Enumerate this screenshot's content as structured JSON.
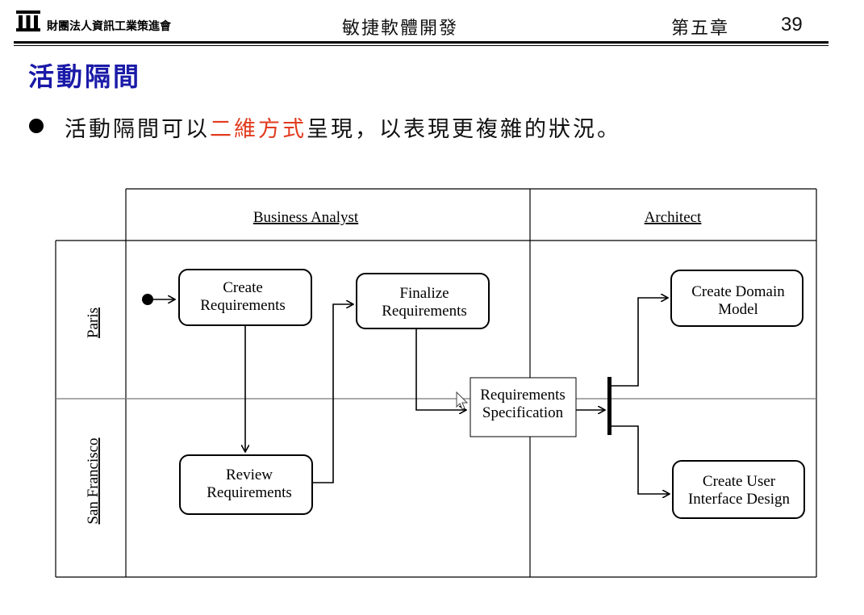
{
  "header": {
    "org_name": "財團法人資訊工業策進會",
    "course_title": "敏捷軟體開發",
    "chapter": "第五章",
    "page_number": "39"
  },
  "slide": {
    "title": "活動隔間",
    "bullet": {
      "before": "活動隔間可以",
      "highlight": "二維方式",
      "after": "呈現，以表現更複雜的狀況。"
    },
    "highlight_color": "#e23b1e",
    "title_color": "#1a1aa8"
  },
  "diagram": {
    "columns": [
      "Business Analyst",
      "Architect"
    ],
    "rows": [
      "Paris",
      "San Francisco"
    ],
    "activities": {
      "create_requirements": [
        "Create",
        "Requirements"
      ],
      "finalize_requirements": [
        "Finalize",
        "Requirements"
      ],
      "review_requirements": [
        "Review",
        "Requirements"
      ],
      "create_domain_model": [
        "Create Domain",
        "Model"
      ],
      "create_ui_design": [
        "Create User",
        "Interface Design"
      ]
    },
    "object_node": [
      "Requirements",
      "Specification"
    ]
  }
}
